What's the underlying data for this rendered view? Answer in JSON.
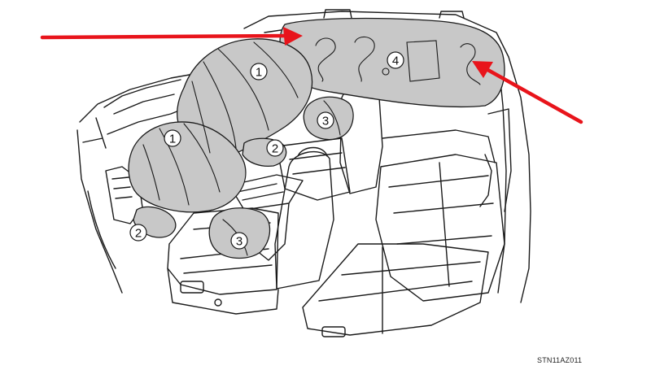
{
  "figure": {
    "code": "STN11AZ011",
    "callouts": [
      {
        "id": "c1a",
        "label": "1"
      },
      {
        "id": "c1b",
        "label": "1"
      },
      {
        "id": "c2a",
        "label": "2"
      },
      {
        "id": "c2b",
        "label": "2"
      },
      {
        "id": "c3a",
        "label": "3"
      },
      {
        "id": "c3b",
        "label": "3"
      },
      {
        "id": "c4",
        "label": "4"
      }
    ],
    "colors": {
      "arrow": "#e8141b",
      "airbag_fill": "#c8c8c8",
      "line": "#1a1a1a"
    },
    "arrows": [
      {
        "name": "arrow-left",
        "points_to": "curtain airbag front"
      },
      {
        "name": "arrow-right",
        "points_to": "curtain airbag rear"
      }
    ]
  }
}
